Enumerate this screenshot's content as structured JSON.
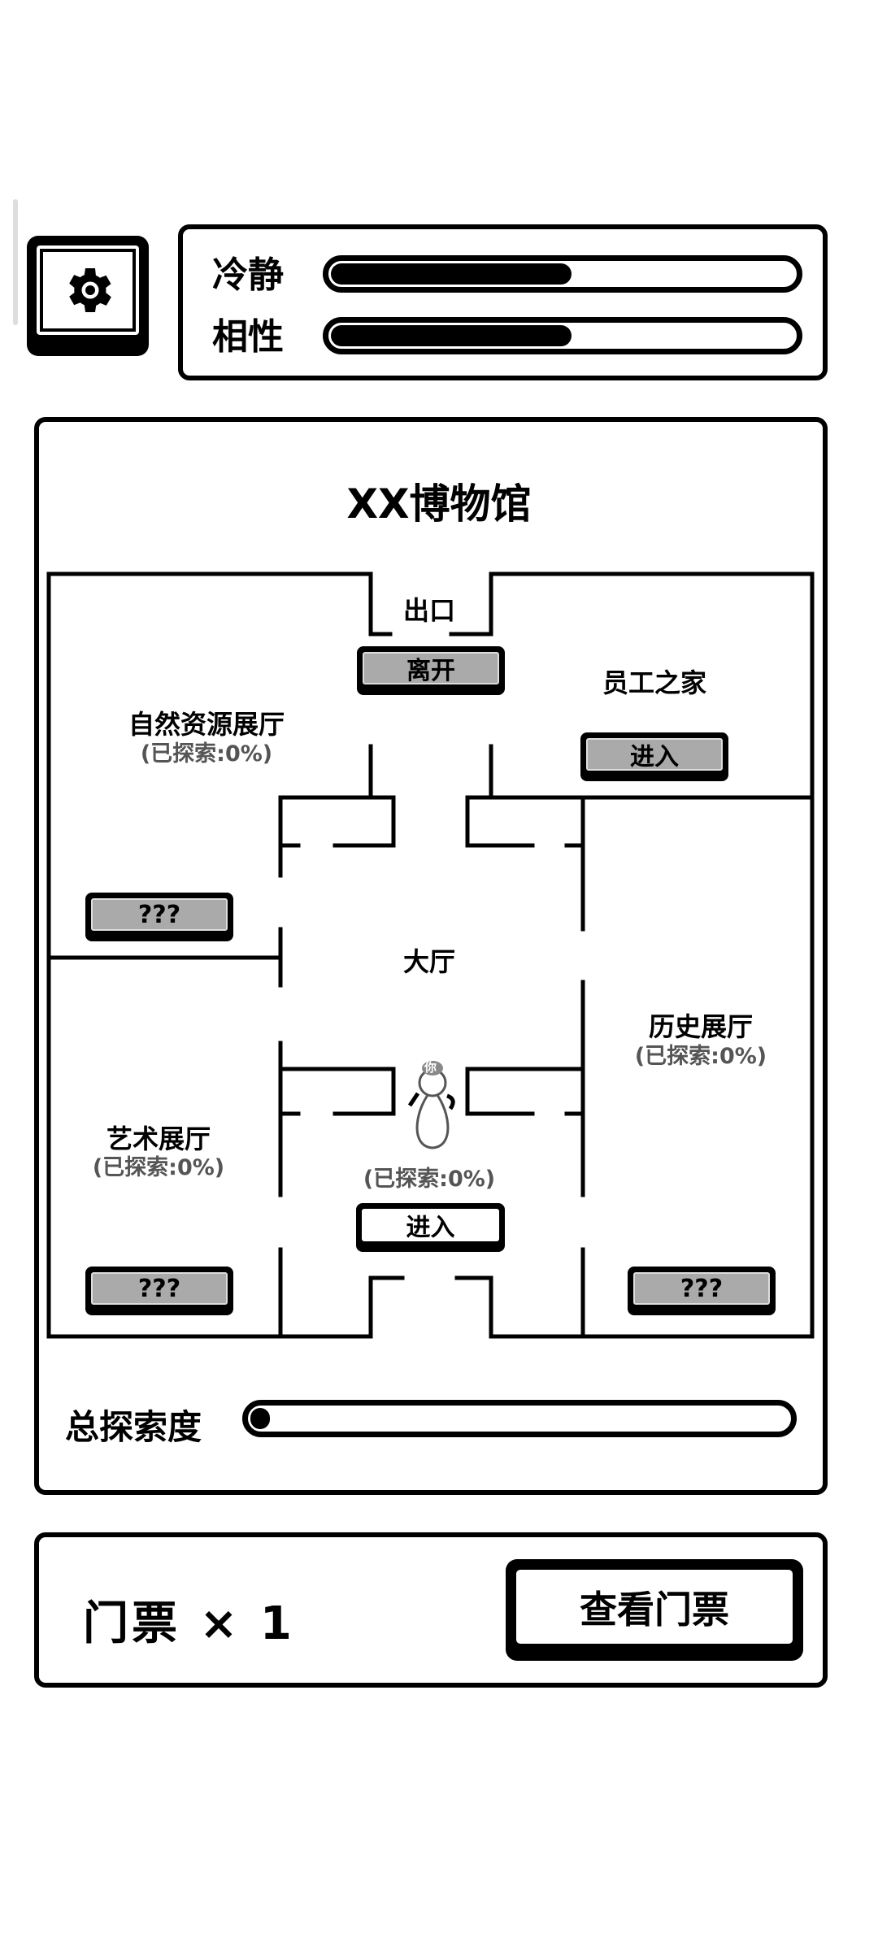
{
  "stats": [
    {
      "label": "冷静",
      "value": 0.52
    },
    {
      "label": "相性",
      "value": 0.52
    }
  ],
  "museum": {
    "title": "XX博物馆",
    "exit": {
      "label": "出口",
      "button": "离开"
    },
    "staff": {
      "label": "员工之家",
      "button": "进入"
    },
    "nature": {
      "label": "自然资源展厅",
      "explored": "(已探索:0%)",
      "button": "???"
    },
    "lobby": {
      "label": "大厅"
    },
    "history": {
      "label": "历史展厅",
      "explored": "(已探索:0%)",
      "button": "???"
    },
    "art": {
      "label": "艺术展厅",
      "explored": "(已探索:0%)",
      "button": "???"
    },
    "entrance": {
      "explored": "(已探索:0%)",
      "button": "进入"
    },
    "player_tag": "你",
    "total_label": "总探索度",
    "total_value": 0.02
  },
  "ticket": {
    "label": "门票 × 1",
    "button": "查看门票"
  }
}
